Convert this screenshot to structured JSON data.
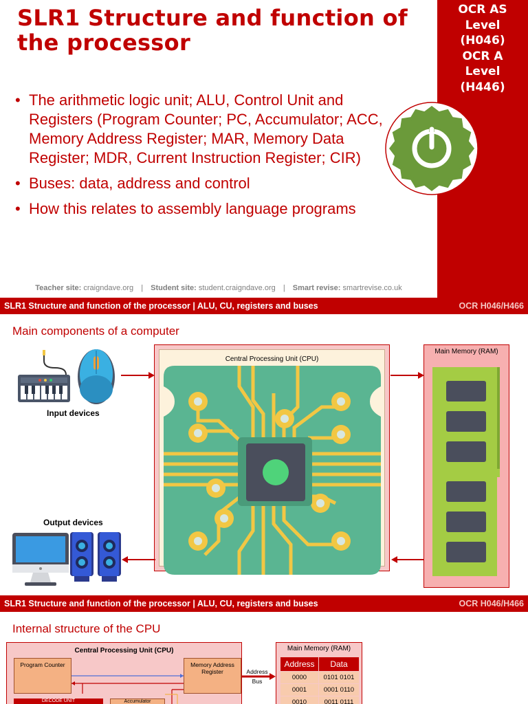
{
  "slide1": {
    "title": "SLR1 Structure and function of the processor",
    "side_text": "OCR AS\nLevel\n(H046)\nOCR A\nLevel\n(H446)",
    "bullets": [
      "The arithmetic logic unit; ALU, Control Unit and Registers (Program Counter; PC, Accumulator; ACC, Memory Address Register; MAR, Memory Data Register; MDR, Current Instruction Register; CIR)",
      "Buses: data, address and control",
      "How this relates to assembly language programs"
    ],
    "footer": {
      "teacher_label": "Teacher site:",
      "teacher_value": "craigndave.org",
      "student_label": "Student site:",
      "student_value": "student.craigndave.org",
      "smart_label": "Smart revise:",
      "smart_value": "smartrevise.co.uk"
    },
    "colors": {
      "accent": "#c00000",
      "logo_green": "#6b9a3a"
    },
    "logo_icon": "power-icon"
  },
  "bar1": {
    "left": "SLR1 Structure and function of the processor  |  ALU, CU, registers and buses",
    "right": "OCR H046/H466"
  },
  "slide2": {
    "heading": "Main components of a computer",
    "cpu_label": "Central Processing Unit (CPU)",
    "ram_label": "Main Memory (RAM)",
    "input_label": "Input devices",
    "output_label": "Output devices",
    "icons": [
      "keyboard-icon",
      "mouse-icon",
      "circuit-board-icon",
      "ram-stick-icon",
      "monitor-icon",
      "speakers-icon"
    ]
  },
  "bar2": {
    "left": "SLR1 Structure and function of the processor  |  ALU, CU, registers and buses",
    "right": "OCR H046/H466"
  },
  "slide3": {
    "heading": "Internal structure of the CPU",
    "cpu_label": "Central Processing Unit (CPU)",
    "pc_label": "Program Counter",
    "mar_label": "Memory Address Register",
    "decode_label": "DECODE UNIT",
    "acc_label": "Accumulator",
    "address_bus_label": "Address Bus",
    "mm_label": "Main Memory (RAM)",
    "table": {
      "headers": [
        "Address",
        "Data"
      ],
      "rows": [
        [
          "0000",
          "0101 0101"
        ],
        [
          "0001",
          "0001 0110"
        ],
        [
          "0010",
          "0011 0111"
        ]
      ]
    }
  }
}
